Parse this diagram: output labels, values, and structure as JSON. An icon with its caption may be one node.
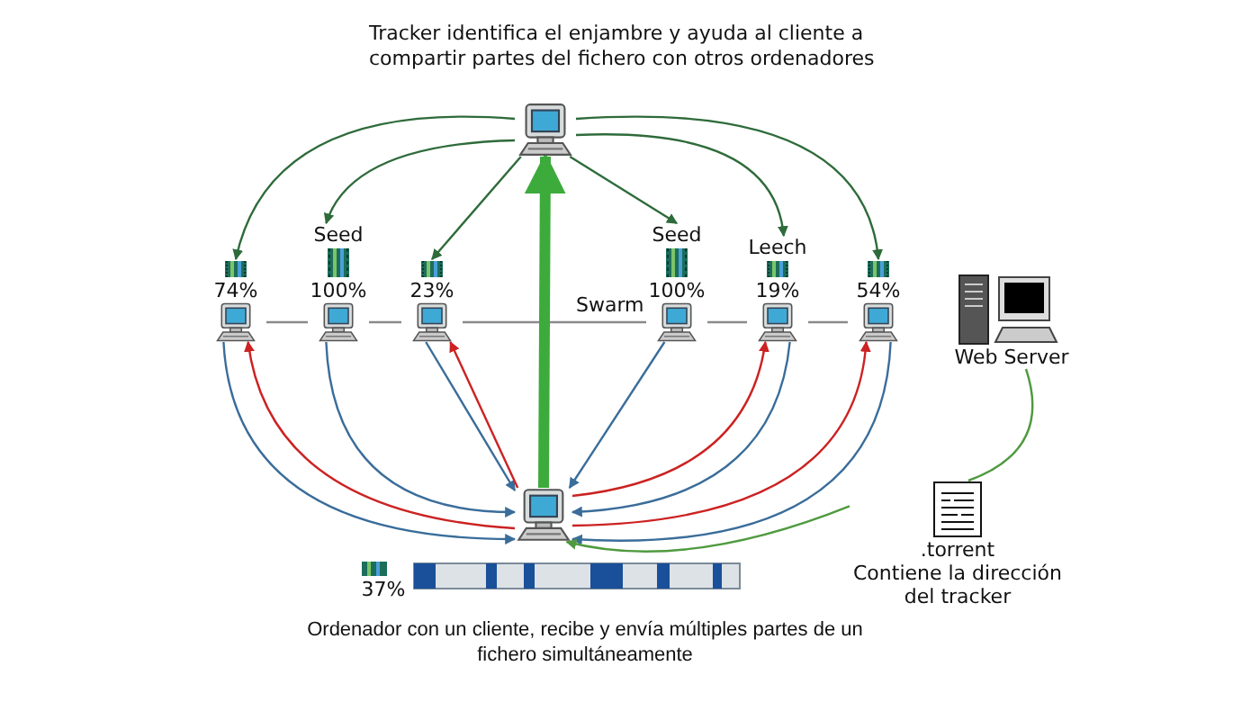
{
  "diagram": {
    "nodes": [
      {
        "text": [],
        "shape": "picture",
        "beside": [
          "Tracker identifica el enjambre y ayuda al cliente a compartir partes del fichero con otros ordenadores"
        ]
      },
      {
        "text": [
          "74%"
        ]
      },
      {
        "text": [
          "Seed",
          "100%"
        ]
      },
      {
        "text": [
          "23%"
        ]
      },
      {
        "text": [
          "Seed",
          "100%"
        ]
      },
      {
        "text": [
          "Leech",
          "19%"
        ]
      },
      {
        "text": [
          "54%"
        ]
      },
      {
        "text": [
          "Web Server"
        ]
      },
      {
        "text": [
          ".torrent",
          "Contiene la dirección del tracker"
        ]
      },
      {
        "text": [],
        "shape": "picture",
        "beside": [
          "37%",
          "Ordenador con un cliente, recibe y envía múltiples partes de un fichero simultáneamente"
        ]
      }
    ],
    "edges": [
      {
        "from": 0,
        "to": 1,
        "arrow": "to",
        "color": "#2e6b3a"
      },
      {
        "from": 0,
        "to": 2,
        "arrow": "to",
        "color": "#2e6b3a"
      },
      {
        "from": 0,
        "to": 3,
        "arrow": "to",
        "color": "#2e6b3a"
      },
      {
        "from": 0,
        "to": 4,
        "arrow": "to",
        "color": "#2e6b3a"
      },
      {
        "from": 0,
        "to": 5,
        "arrow": "to",
        "color": "#2e6b3a"
      },
      {
        "from": 0,
        "to": 6,
        "arrow": "to",
        "color": "#2e6b3a"
      },
      {
        "from": 1,
        "to": 2,
        "arrow": "none",
        "color": "#8a8a8a"
      },
      {
        "from": 2,
        "to": 3,
        "arrow": "none",
        "color": "#8a8a8a"
      },
      {
        "from": 3,
        "to": 4,
        "arrow": "none",
        "color": "#8a8a8a",
        "label": "Swarm"
      },
      {
        "from": 4,
        "to": 5,
        "arrow": "none",
        "color": "#8a8a8a"
      },
      {
        "from": 5,
        "to": 6,
        "arrow": "none",
        "color": "#8a8a8a"
      },
      {
        "from": 1,
        "to": 9,
        "arrow": "to",
        "color": "#3a6d9a"
      },
      {
        "from": 2,
        "to": 9,
        "arrow": "to",
        "color": "#3a6d9a"
      },
      {
        "from": 3,
        "to": 9,
        "arrow": "to",
        "color": "#3a6d9a"
      },
      {
        "from": 4,
        "to": 9,
        "arrow": "to",
        "color": "#3a6d9a"
      },
      {
        "from": 5,
        "to": 9,
        "arrow": "to",
        "color": "#3a6d9a"
      },
      {
        "from": 6,
        "to": 9,
        "arrow": "to",
        "color": "#3a6d9a"
      },
      {
        "from": 9,
        "to": 1,
        "arrow": "to",
        "color": "#cc2222"
      },
      {
        "from": 9,
        "to": 3,
        "arrow": "to",
        "color": "#cc2222"
      },
      {
        "from": 9,
        "to": 5,
        "arrow": "to",
        "color": "#cc2222"
      },
      {
        "from": 9,
        "to": 6,
        "arrow": "to",
        "color": "#cc2222"
      },
      {
        "from": 9,
        "to": 0,
        "arrow": "to",
        "style": "thick",
        "color": "#3cab3c"
      },
      {
        "from": 7,
        "to": 8,
        "arrow": "none",
        "color": "#4f9a3f"
      },
      {
        "from": 8,
        "to": 9,
        "arrow": "to",
        "color": "#4f9a3f"
      }
    ]
  }
}
